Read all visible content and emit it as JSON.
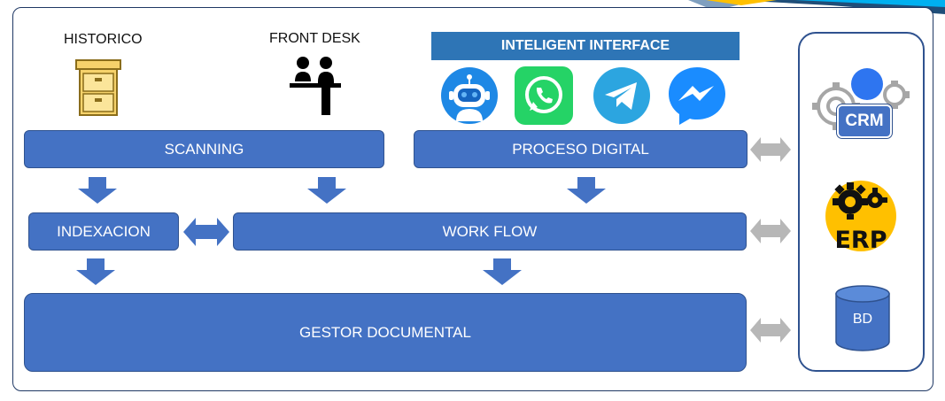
{
  "labels": {
    "historico": "HISTORICO",
    "front_desk": "FRONT DESK"
  },
  "banner": "INTELIGENT INTERFACE",
  "boxes": {
    "scanning": "SCANNING",
    "proceso_digital": "PROCESO DIGITAL",
    "indexacion": "INDEXACION",
    "work_flow": "WORK FLOW",
    "gestor_documental": "GESTOR DOCUMENTAL"
  },
  "systems": {
    "crm": "CRM",
    "erp": "ERP",
    "bd": "BD"
  },
  "icons": [
    "file-cabinet-icon",
    "front-desk-icon",
    "chatbot-icon",
    "whatsapp-icon",
    "telegram-icon",
    "messenger-icon"
  ],
  "colors": {
    "box": "#4472c4",
    "banner": "#2e75b6",
    "arrow_gray": "#b7b7b7"
  }
}
